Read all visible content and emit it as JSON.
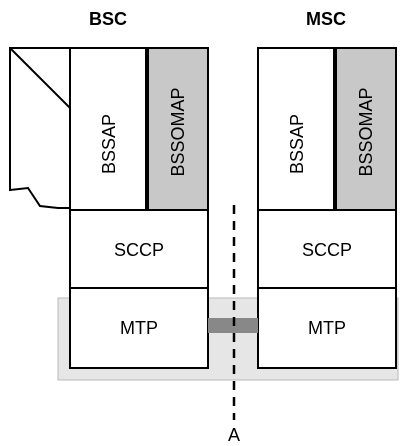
{
  "bsc": {
    "title": "BSC",
    "bssap": "BSSAP",
    "bssomap": "BSSOMAP",
    "sccp": "SCCP",
    "mtp": "MTP"
  },
  "msc": {
    "title": "MSC",
    "bssap": "BSSAP",
    "bssomap": "BSSOMAP",
    "sccp": "SCCP",
    "mtp": "MTP"
  },
  "interface_label": "A",
  "colors": {
    "stroke": "#000000",
    "bssomap_fill": "#c8c8c8",
    "mtp_band_fill": "#e6e6e6",
    "mtp_band_stroke": "#b8b8b8",
    "link_fill": "#888888"
  }
}
